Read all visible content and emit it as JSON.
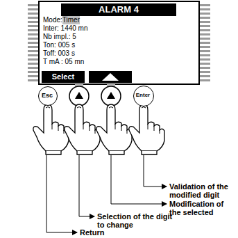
{
  "diagram": {
    "nodes": [
      {
        "text": [
          "ALARM 4",
          "Mode:",
          "Timer",
          "Inter: 1440 mn",
          "Nb impl.: 5",
          "Ton: 005 s",
          "Toff: 003 s",
          "T mA : 05 mn"
        ]
      },
      {
        "text": [
          "Select"
        ],
        "in": 0
      },
      {
        "text": [
          "Esc"
        ]
      },
      {
        "text": [
          "Enter"
        ]
      }
    ],
    "labels": [
      "Validation of the modified digit",
      "Modification of the selected",
      "Selection of the digit to change",
      "Return"
    ]
  }
}
